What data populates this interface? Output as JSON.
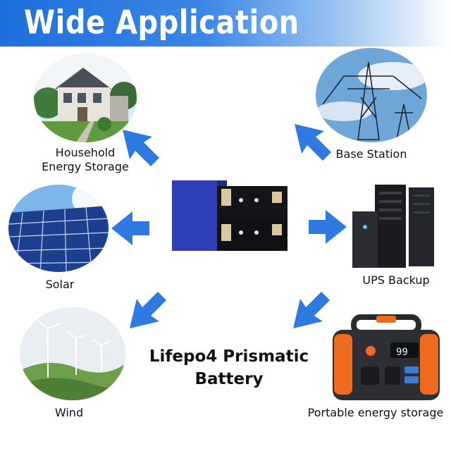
{
  "header": {
    "title": "Wide Application"
  },
  "center": {
    "product_line1": "Lifepo4 Prismatic",
    "product_line2": "Battery"
  },
  "applications": {
    "household": {
      "line1": "Household",
      "line2": "Energy Storage"
    },
    "base_station": {
      "label": "Base Station"
    },
    "solar": {
      "label": "Solar"
    },
    "ups": {
      "label": "UPS Backup"
    },
    "wind": {
      "label": "Wind"
    },
    "portable": {
      "label": "Portable energy storage",
      "display_value": "99"
    }
  },
  "colors": {
    "banner": "#1e6fdc",
    "arrow": "#2f7ae0",
    "battery": "#2f3fb8"
  }
}
